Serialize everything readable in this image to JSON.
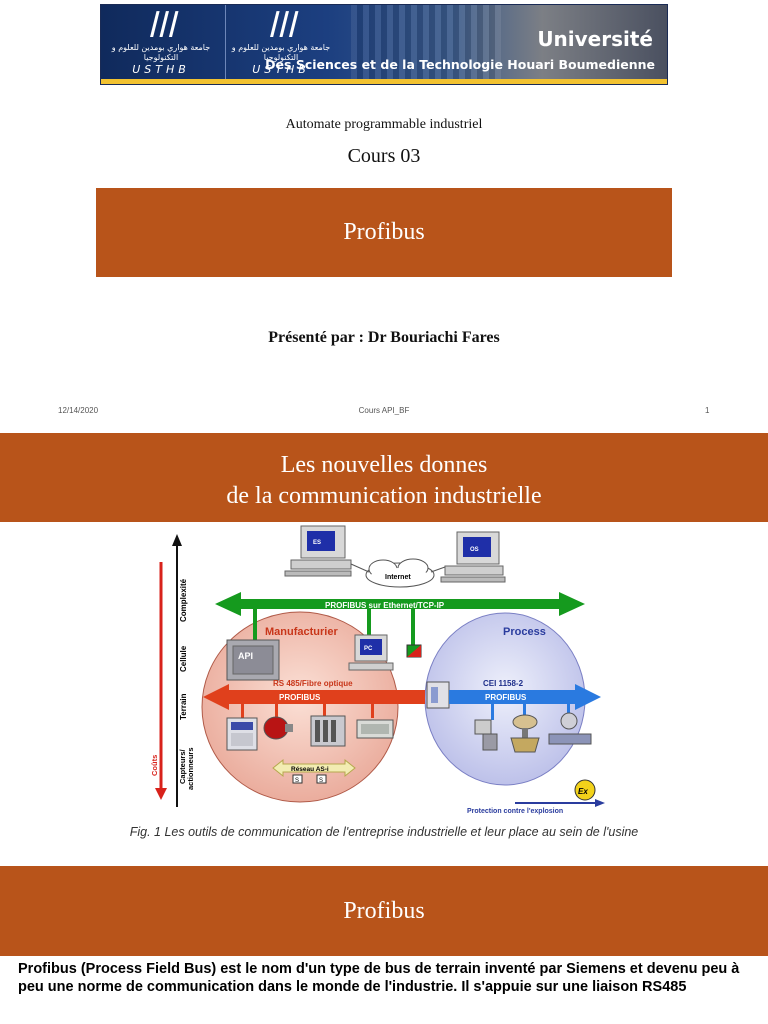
{
  "banner": {
    "logo_text": "USTHB",
    "logo_arabic": "جامعة هواري بومدين للعلوم و التكنولوجيا",
    "university_title": "Université",
    "university_subtitle": "Des Sciences et de la Technologie Houari Boumedienne",
    "colors": {
      "navy": "#1c3f80",
      "gold": "#f2c230"
    }
  },
  "slide1": {
    "course_name": "Automate programmable industriel",
    "course_number": "Cours 03",
    "title": "Profibus",
    "presenter": "Présenté par : Dr Bouriachi Fares"
  },
  "footer": {
    "date": "12/14/2020",
    "middle": "Cours API_BF",
    "page": "1"
  },
  "slide2": {
    "title_line1": "Les nouvelles donnes",
    "title_line2": "de la communication industrielle",
    "figure": {
      "es_label": "ES",
      "os_label": "OS",
      "internet_label": "Internet",
      "ethernet_label": "PROFIBUS sur Ethernet/TCP-IP",
      "manufacturier": "Manufacturier",
      "process": "Process",
      "api_label": "API",
      "pc_label": "PC",
      "rs485_label": "RS 485/Fibre optique",
      "profibus_left": "PROFIBUS",
      "cei_label": "CEI 1158-2",
      "profibus_right": "PROFIBUS",
      "asi_label": "Réseau AS-i",
      "asi_s": "S",
      "ex_label": "Ex",
      "protection_label": "Protection contre l'explosion",
      "axis_complexite": "Complexité",
      "axis_cellule": "Cellule",
      "axis_terrain": "Terrain",
      "axis_capteurs": "Capteurs/",
      "axis_actionneurs": "actionneurs",
      "axis_couts": "Coûts"
    },
    "caption": "Fig. 1 Les outils de communication de l'entreprise industrielle et leur place au sein de l'usine"
  },
  "slide3": {
    "title": "Profibus",
    "body": "Profibus (Process Field Bus) est le nom d'un type de bus de terrain inventé par Siemens et devenu peu à peu une norme de communication dans le monde de l'industrie. Il s'appuie sur une liaison RS485"
  },
  "colors": {
    "band_orange": "#b8541a",
    "green_arrow": "#159a1e",
    "red_arrow": "#e0401c",
    "blue_arrow": "#2a7ae0"
  }
}
